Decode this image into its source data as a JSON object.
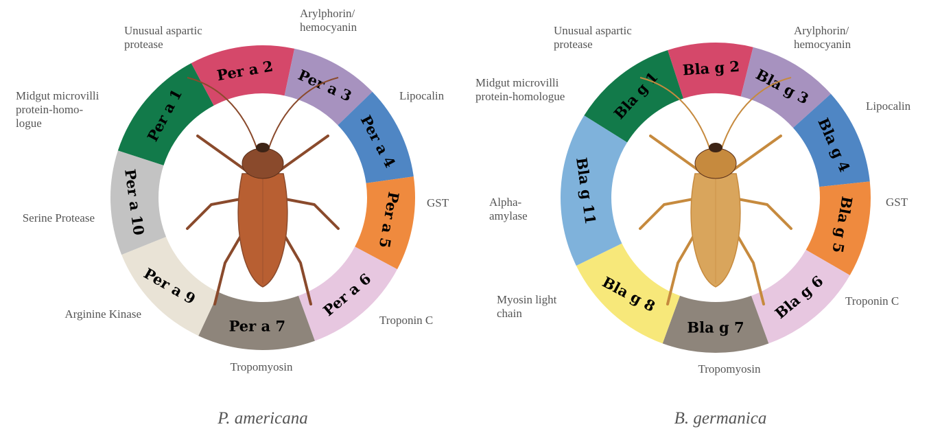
{
  "diagrams": [
    {
      "species": "P. americana",
      "segments": [
        {
          "label": "Per a 1",
          "color": "#127a4a",
          "description": [
            "Midgut microvilli",
            "protein-homo-",
            "logue"
          ]
        },
        {
          "label": "Per a 2",
          "color": "#d5486a",
          "description": [
            "Unusual aspartic",
            "protease"
          ]
        },
        {
          "label": "Per a 3",
          "color": "#a792bf",
          "description": [
            "Arylphorin/",
            "hemocyanin"
          ]
        },
        {
          "label": "Per a 4",
          "color": "#4f86c4",
          "description": [
            "Lipocalin"
          ]
        },
        {
          "label": "Per a 5",
          "color": "#ef8a3e",
          "description": [
            "GST"
          ]
        },
        {
          "label": "Per a 6",
          "color": "#e7c7e0",
          "description": [
            "Troponin C"
          ]
        },
        {
          "label": "Per a 7",
          "color": "#8e857b",
          "description": [
            "Tropomyosin"
          ]
        },
        {
          "label": "Per  a 9",
          "color": "#e9e3d6",
          "description": [
            "Arginine Kinase"
          ]
        },
        {
          "label": "Per a 10",
          "color": "#c3c3c3",
          "description": [
            "Serine Protease"
          ]
        }
      ]
    },
    {
      "species": "B. germanica",
      "segments": [
        {
          "label": "Bla g 1",
          "color": "#127a4a",
          "description": [
            "Midgut microvilli",
            "protein-homologue"
          ]
        },
        {
          "label": "Bla g 2",
          "color": "#d5486a",
          "description": [
            "Unusual aspartic",
            "protease"
          ]
        },
        {
          "label": "Bla g 3",
          "color": "#a792bf",
          "description": [
            "Arylphorin/",
            "hemocyanin"
          ]
        },
        {
          "label": "Bla g 4",
          "color": "#4f86c4",
          "description": [
            "Lipocalin"
          ]
        },
        {
          "label": "Bla g 5",
          "color": "#ef8a3e",
          "description": [
            "GST"
          ]
        },
        {
          "label": "Bla g 6",
          "color": "#e7c7e0",
          "description": [
            "Troponin C"
          ]
        },
        {
          "label": "Bla g 7",
          "color": "#8e857b",
          "description": [
            "Tropomyosin"
          ]
        },
        {
          "label": "Bla g 8",
          "color": "#f7e87a",
          "description": [
            "Myosin light",
            "chain"
          ]
        },
        {
          "label": "Bla g 11",
          "color": "#7fb2db",
          "description": [
            "Alpha-",
            "amylase"
          ]
        }
      ]
    }
  ],
  "cockroach_colors": {
    "americana_body": "#8a4a2c",
    "americana_wings": "#b85f32",
    "germanica_body": "#c68a3e",
    "germanica_wings": "#d9a55c"
  }
}
